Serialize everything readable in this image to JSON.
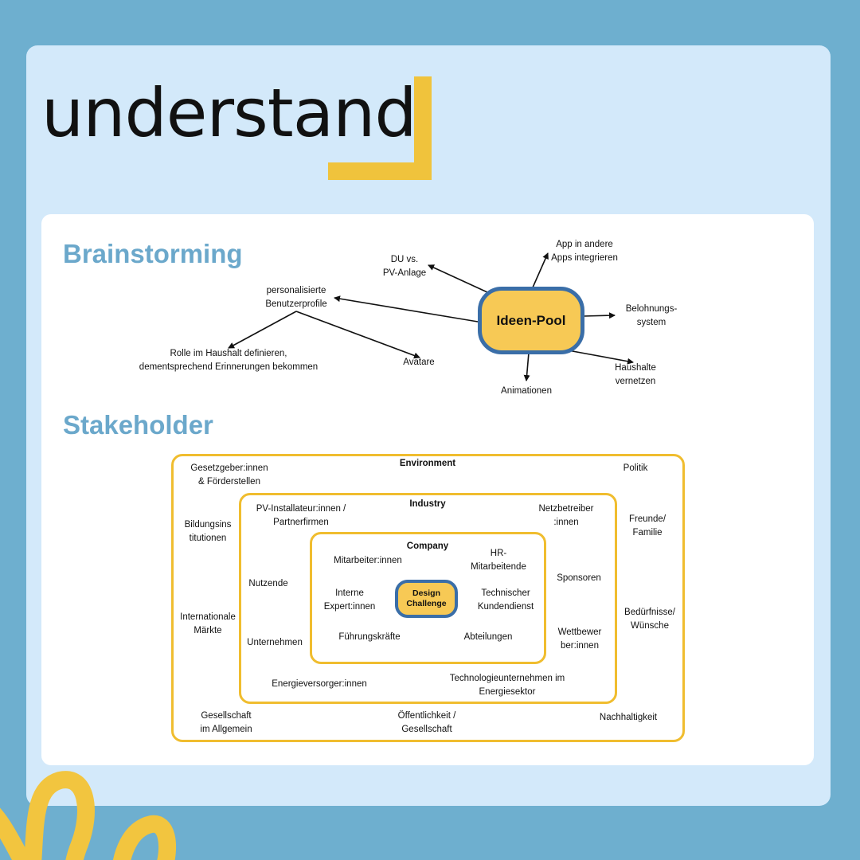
{
  "title": "understand",
  "colors": {
    "background": "#6eafcf",
    "panel": "#d3e9fa",
    "accent_yellow": "#f0bd2f",
    "heading_blue": "#6ba8cb",
    "pill_border": "#3a6ea8",
    "pill_fill": "#f7c955"
  },
  "brainstorming": {
    "heading": "Brainstorming",
    "center": "Ideen-Pool",
    "nodes": {
      "du_vs_pv": "DU vs.\nPV-Anlage",
      "app_integrate": "App in andere\nApps integrieren",
      "personalized": "personalisierte\nBenutzerprofile",
      "rewards": "Belohnungs-\nsystem",
      "role": "Rolle im Haushalt definieren,\ndementsprechend Erinnerungen bekommen",
      "avatars": "Avatare",
      "animations": "Animationen",
      "households": "Haushalte\nvernetzen"
    }
  },
  "stakeholder": {
    "heading": "Stakeholder",
    "center": "Design\nChallenge",
    "environment": {
      "title": "Environment",
      "items": {
        "legislators": "Gesetzgeber:innen\n& Förderstellen",
        "politics": "Politik",
        "education": "Bildungsins\ntitutionen",
        "friends": "Freunde/\nFamilie",
        "markets": "Internationale\nMärkte",
        "needs": "Bedürfnisse/\nWünsche",
        "society": "Gesellschaft\nim Allgemein",
        "public": "Öffentlichkeit /\nGesellschaft",
        "sustainability": "Nachhaltigkeit"
      }
    },
    "industry": {
      "title": "Industry",
      "items": {
        "installers": "PV-Installateur:innen /\nPartnerfirmen",
        "grid": "Netzbetreiber\n:innen",
        "users": "Nutzende",
        "sponsors": "Sponsoren",
        "companies": "Unternehmen",
        "competitors": "Wettbewer\nber:innen",
        "suppliers": "Energieversorger:innen",
        "tech": "Technologieunternehmen im\nEnergiesektor"
      }
    },
    "company": {
      "title": "Company",
      "items": {
        "employees": "Mitarbeiter:innen",
        "hr": "HR-\nMitarbeitende",
        "experts": "Interne\nExpert:innen",
        "support": "Technischer\nKundendienst",
        "leaders": "Führungskräfte",
        "departments": "Abteilungen"
      }
    }
  }
}
